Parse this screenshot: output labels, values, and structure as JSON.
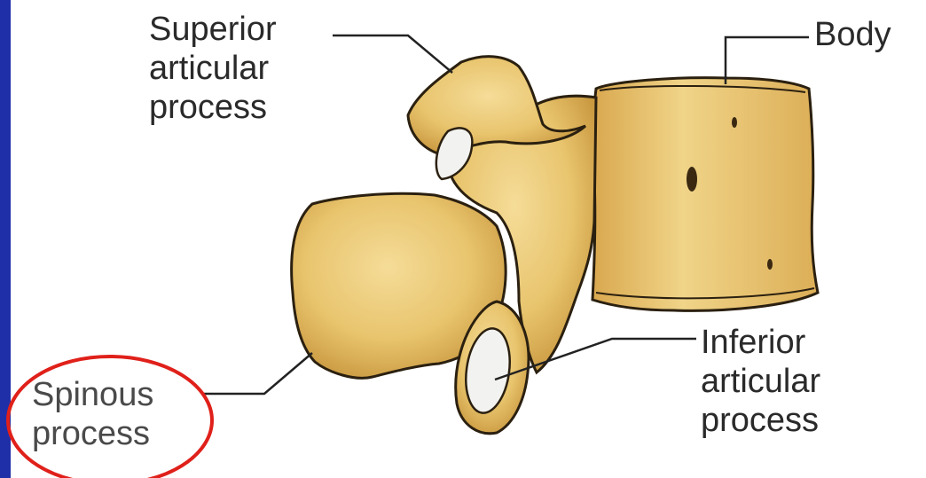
{
  "colors": {
    "frame_blue": "#1f2fa8",
    "bone_fill": "#e8c46d",
    "bone_shadow": "#c9983f",
    "bone_outline": "#2b2010",
    "cartilage": "#f2f2f0",
    "highlight_circle": "#e0201a"
  },
  "labels": {
    "superior_articular_process": [
      "Superior",
      "articular",
      "process"
    ],
    "body": "Body",
    "inferior_articular_process": [
      "Inferior",
      "articular",
      "process"
    ],
    "spinous_process": [
      "Spinous",
      "process"
    ]
  },
  "highlight": {
    "target": "Spinous process",
    "shape": "ellipse"
  }
}
